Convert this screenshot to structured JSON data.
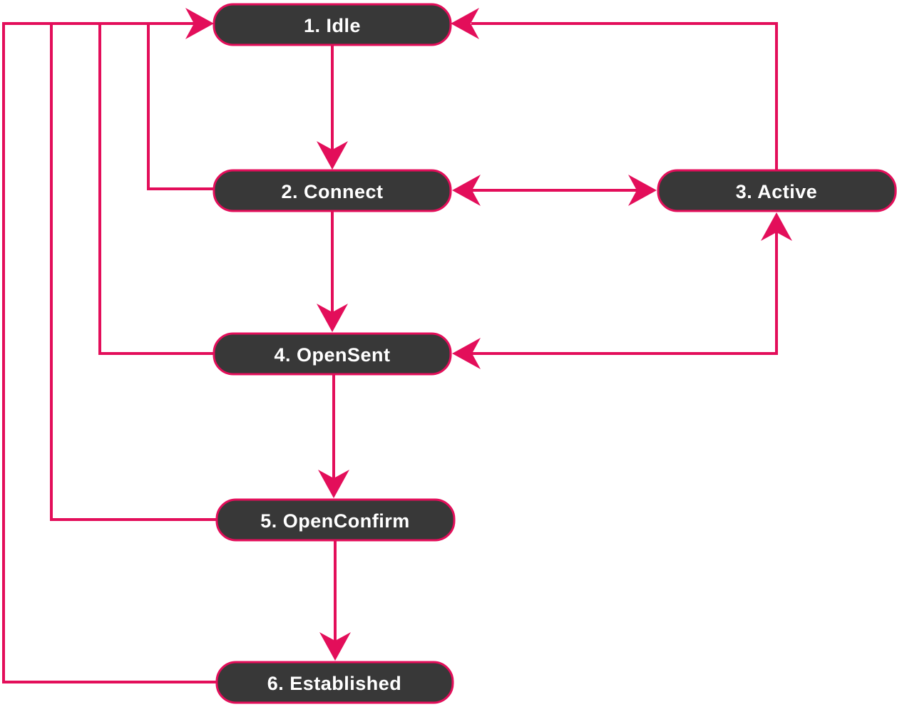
{
  "diagram": {
    "type": "state-machine",
    "background": "#ffffff",
    "colors": {
      "edge": "#e30e5a",
      "node_fill": "#383838",
      "node_border": "#e30e5a",
      "node_text": "#ffffff"
    },
    "states": [
      {
        "id": "idle",
        "label": "1. Idle"
      },
      {
        "id": "connect",
        "label": "2. Connect"
      },
      {
        "id": "active",
        "label": "3. Active"
      },
      {
        "id": "open_sent",
        "label": "4. OpenSent"
      },
      {
        "id": "open_confirm",
        "label": "5. OpenConfirm"
      },
      {
        "id": "established",
        "label": "6. Established"
      }
    ],
    "transitions": [
      {
        "from": "idle",
        "to": "connect"
      },
      {
        "from": "connect",
        "to": "active"
      },
      {
        "from": "active",
        "to": "connect"
      },
      {
        "from": "connect",
        "to": "open_sent"
      },
      {
        "from": "active",
        "to": "open_sent"
      },
      {
        "from": "open_sent",
        "to": "active"
      },
      {
        "from": "active",
        "to": "idle"
      },
      {
        "from": "open_sent",
        "to": "open_confirm"
      },
      {
        "from": "open_confirm",
        "to": "established"
      },
      {
        "from": "connect",
        "to": "idle"
      },
      {
        "from": "open_sent",
        "to": "idle"
      },
      {
        "from": "open_confirm",
        "to": "idle"
      },
      {
        "from": "established",
        "to": "idle"
      }
    ]
  }
}
